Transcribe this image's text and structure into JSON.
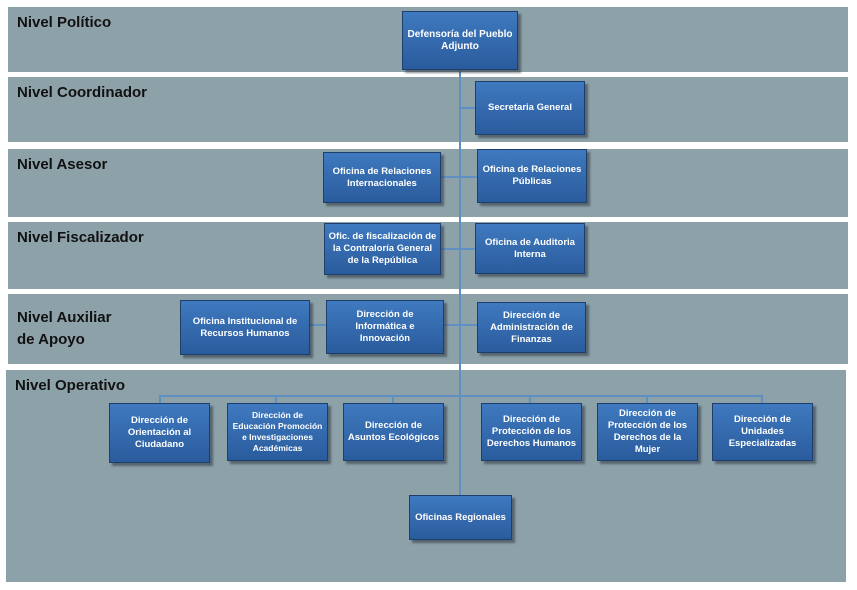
{
  "levels": {
    "politico": "Nivel Político",
    "coordinador": "Nivel Coordinador",
    "asesor": "Nivel Asesor",
    "fiscalizador": "Nivel Fiscalizador",
    "auxiliar": "Nivel Auxiliar\nde Apoyo",
    "operativo": "Nivel Operativo"
  },
  "units": {
    "defensoria": "Defensoría del Pueblo Adjunto",
    "secretaria": "Secretaria General",
    "rel_internacionales": "Oficina de Relaciones Internacionales",
    "rel_publicas": "Oficina de Relaciones Públicas",
    "fiscalizacion": "Ofic. de fiscalización de la Contraloría General de la República",
    "auditoria": "Oficina de Auditoria Interna",
    "rrhh": "Oficina Institucional de Recursos Humanos",
    "informatica": "Dirección de Informática e Innovación",
    "administracion": "Dirección de Administración de Finanzas",
    "orientacion": "Dirección de Orientación al Ciudadano",
    "educacion": "Dirección de Educación Promoción e Investigaciones Académicas",
    "ecologicos": "Dirección de Asuntos Ecológicos",
    "derechos_humanos": "Dirección de Protección de los Derechos Humanos",
    "derechos_mujer": "Dirección de Protección de los Derechos de la Mujer",
    "especializadas": "Dirección de Unidades Especializadas",
    "regionales": "Oficinas Regionales"
  },
  "colors": {
    "band": "#8da1a9",
    "box": "#3a72b8",
    "connector": "#5f8fc3"
  }
}
